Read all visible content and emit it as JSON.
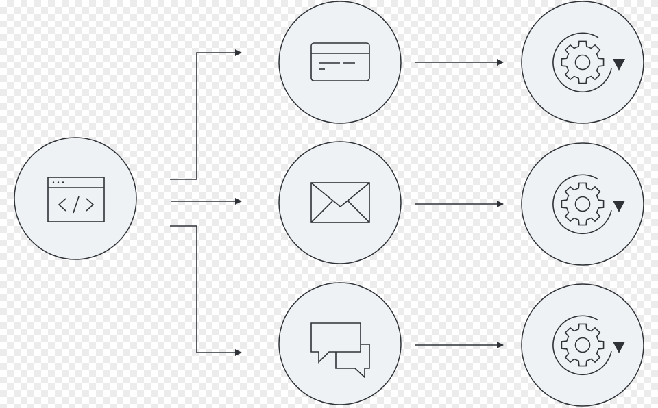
{
  "diagram": {
    "type": "flow",
    "colors": {
      "node_fill": "#eef2f5",
      "stroke": "#2f3338",
      "background_checker": "#ececec"
    },
    "source_node": {
      "icon": "code-browser-window-icon"
    },
    "channels": [
      {
        "id": "card",
        "icon": "credit-card-icon"
      },
      {
        "id": "email",
        "icon": "envelope-icon"
      },
      {
        "id": "chat",
        "icon": "chat-bubbles-icon"
      }
    ],
    "process_nodes": [
      {
        "icon": "gear-cycle-icon"
      },
      {
        "icon": "gear-cycle-icon"
      },
      {
        "icon": "gear-cycle-icon"
      }
    ]
  }
}
